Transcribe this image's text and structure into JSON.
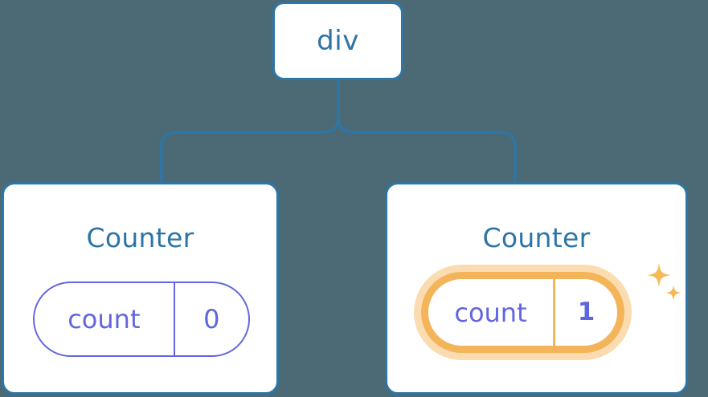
{
  "diagram": {
    "type": "component-tree",
    "background_color": "#4c6a75",
    "node_border_color": "#2d76a6",
    "node_text_color": "#2d74a5",
    "pill_color": "#6366e0",
    "highlight_color": "#f4b45a",
    "highlight_glow_color": "#fbdcb0",
    "sparkle_color": "#f5b955"
  },
  "root": {
    "label": "div"
  },
  "children": [
    {
      "id": "counter-left",
      "title": "Counter",
      "state": {
        "key": "count",
        "value": "0"
      },
      "highlighted": false
    },
    {
      "id": "counter-right",
      "title": "Counter",
      "state": {
        "key": "count",
        "value": "1"
      },
      "highlighted": true
    }
  ],
  "icons": {
    "sparkle_large": "sparkle-icon",
    "sparkle_small": "sparkle-small-icon"
  }
}
